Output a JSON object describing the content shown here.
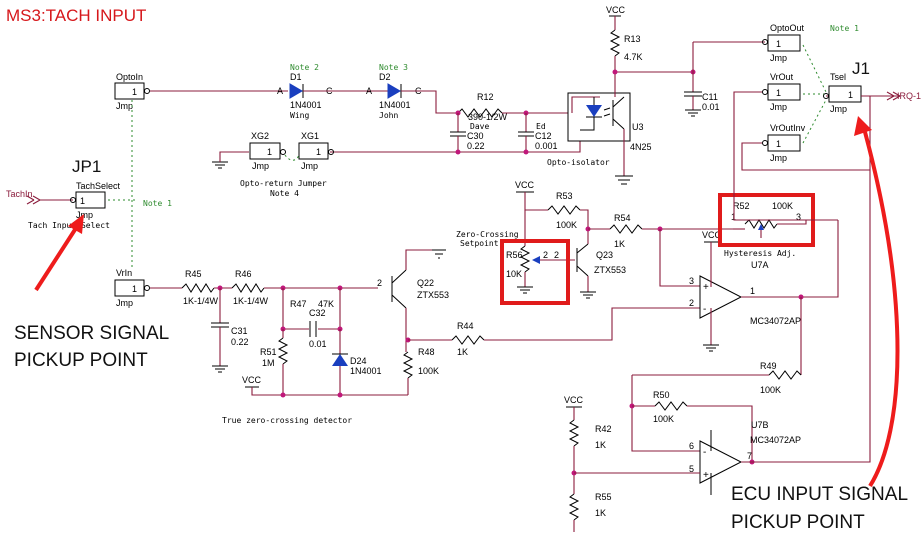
{
  "title": "MS3:TACH INPUT",
  "callouts": {
    "sensor": [
      "SENSOR SIGNAL",
      "PICKUP POINT"
    ],
    "ecu": [
      "ECU INPUT SIGNAL",
      "PICKUP POINT"
    ],
    "jp1": "JP1",
    "j1": "J1"
  },
  "colors": {
    "wire": "#8b1c3c",
    "node": "#c0187a",
    "highlight": "#e01b1b",
    "note": "#2e8b2e"
  },
  "jumpers": {
    "optoin": {
      "name": "OptoIn",
      "pin": "1",
      "type": "Jmp"
    },
    "tachselect": {
      "name": "TachSelect",
      "pin": "1",
      "type": "Jmp",
      "caption": "Tach Input Select"
    },
    "vrin": {
      "name": "VrIn",
      "pin": "1",
      "type": "Jmp"
    },
    "xg2": {
      "name": "XG2",
      "pin": "1",
      "type": "Jmp"
    },
    "xg1": {
      "name": "XG1",
      "pin": "1",
      "type": "Jmp"
    },
    "optoout": {
      "name": "OptoOut",
      "pin": "1",
      "type": "Jmp"
    },
    "vrout": {
      "name": "VrOut",
      "pin": "1",
      "type": "Jmp"
    },
    "vroutinv": {
      "name": "VrOutInv",
      "pin": "1",
      "type": "Jmp"
    },
    "tsel": {
      "name": "Tsel",
      "pin": "1",
      "type": "Jmp"
    }
  },
  "ports": {
    "tachin": "TachIn",
    "irq": "IRQ-1"
  },
  "notes": {
    "n1_left": "Note 1",
    "n1_right": "Note 1",
    "n2": "Note 2",
    "n3": "Note 3",
    "opto_return": "Opto-return Jumper",
    "n4": "Note 4",
    "zero_cross": "True zero-crossing detector",
    "opto_iso": "Opto-isolator",
    "zc_setpoint1": "Zero-Crossing",
    "zc_setpoint2": "Setpoint",
    "hyst": "Hysteresis Adj."
  },
  "parts": {
    "d1": {
      "ref": "D1",
      "val": "1N4001",
      "sub": "Wing",
      "a": "A",
      "c": "C"
    },
    "d2": {
      "ref": "D2",
      "val": "1N4001",
      "sub": "John",
      "a": "A",
      "c": "C"
    },
    "r12": {
      "ref": "R12",
      "val": "390-1/2W"
    },
    "c30": {
      "ref": "C30",
      "val": "0.22",
      "sub": "Dave"
    },
    "c12": {
      "ref": "C12",
      "val": "0.001",
      "sub": "Ed"
    },
    "r13": {
      "ref": "R13",
      "val": "4.7K"
    },
    "c11": {
      "ref": "C11",
      "val": "0.01"
    },
    "u3": {
      "ref": "U3",
      "val": "4N25"
    },
    "vcc1": "VCC",
    "vcc2": "VCC",
    "vcc3": "VCC",
    "vcc4": "VCC",
    "vcc5": "VCC",
    "r53": {
      "ref": "R53",
      "val": "100K"
    },
    "r54": {
      "ref": "R54",
      "val": "1K"
    },
    "r56": {
      "ref": "R56",
      "val": "10K",
      "p1": "2",
      "p2": "2"
    },
    "q23": {
      "ref": "Q23",
      "val": "ZTX553"
    },
    "r52": {
      "ref": "R52",
      "val": "100K",
      "p1": "1",
      "p3": "3"
    },
    "u7a": {
      "ref": "U7A",
      "val": "MC34072AP",
      "p3": "3",
      "p2": "2",
      "p1": "1"
    },
    "r45": {
      "ref": "R45",
      "val": "1K-1/4W"
    },
    "r46": {
      "ref": "R46",
      "val": "1K-1/4W"
    },
    "r47": {
      "ref": "R47",
      "val": "47K"
    },
    "c32": {
      "ref": "C32",
      "val": "0.01"
    },
    "c31": {
      "ref": "C31",
      "val": "0.22"
    },
    "r51": {
      "ref": "R51",
      "val": "1M"
    },
    "d24": {
      "ref": "D24",
      "val": "1N4001"
    },
    "q22": {
      "ref": "Q22",
      "val": "ZTX553",
      "pin": "2"
    },
    "r48": {
      "ref": "R48",
      "val": "100K"
    },
    "r44": {
      "ref": "R44",
      "val": "1K"
    },
    "r49": {
      "ref": "R49",
      "val": "100K"
    },
    "r50": {
      "ref": "R50",
      "val": "100K"
    },
    "r42": {
      "ref": "R42",
      "val": "1K"
    },
    "r55": {
      "ref": "R55",
      "val": "1K"
    },
    "u7b": {
      "ref": "U7B",
      "val": "MC34072AP",
      "p6": "6",
      "p5": "5",
      "p7": "7"
    }
  }
}
